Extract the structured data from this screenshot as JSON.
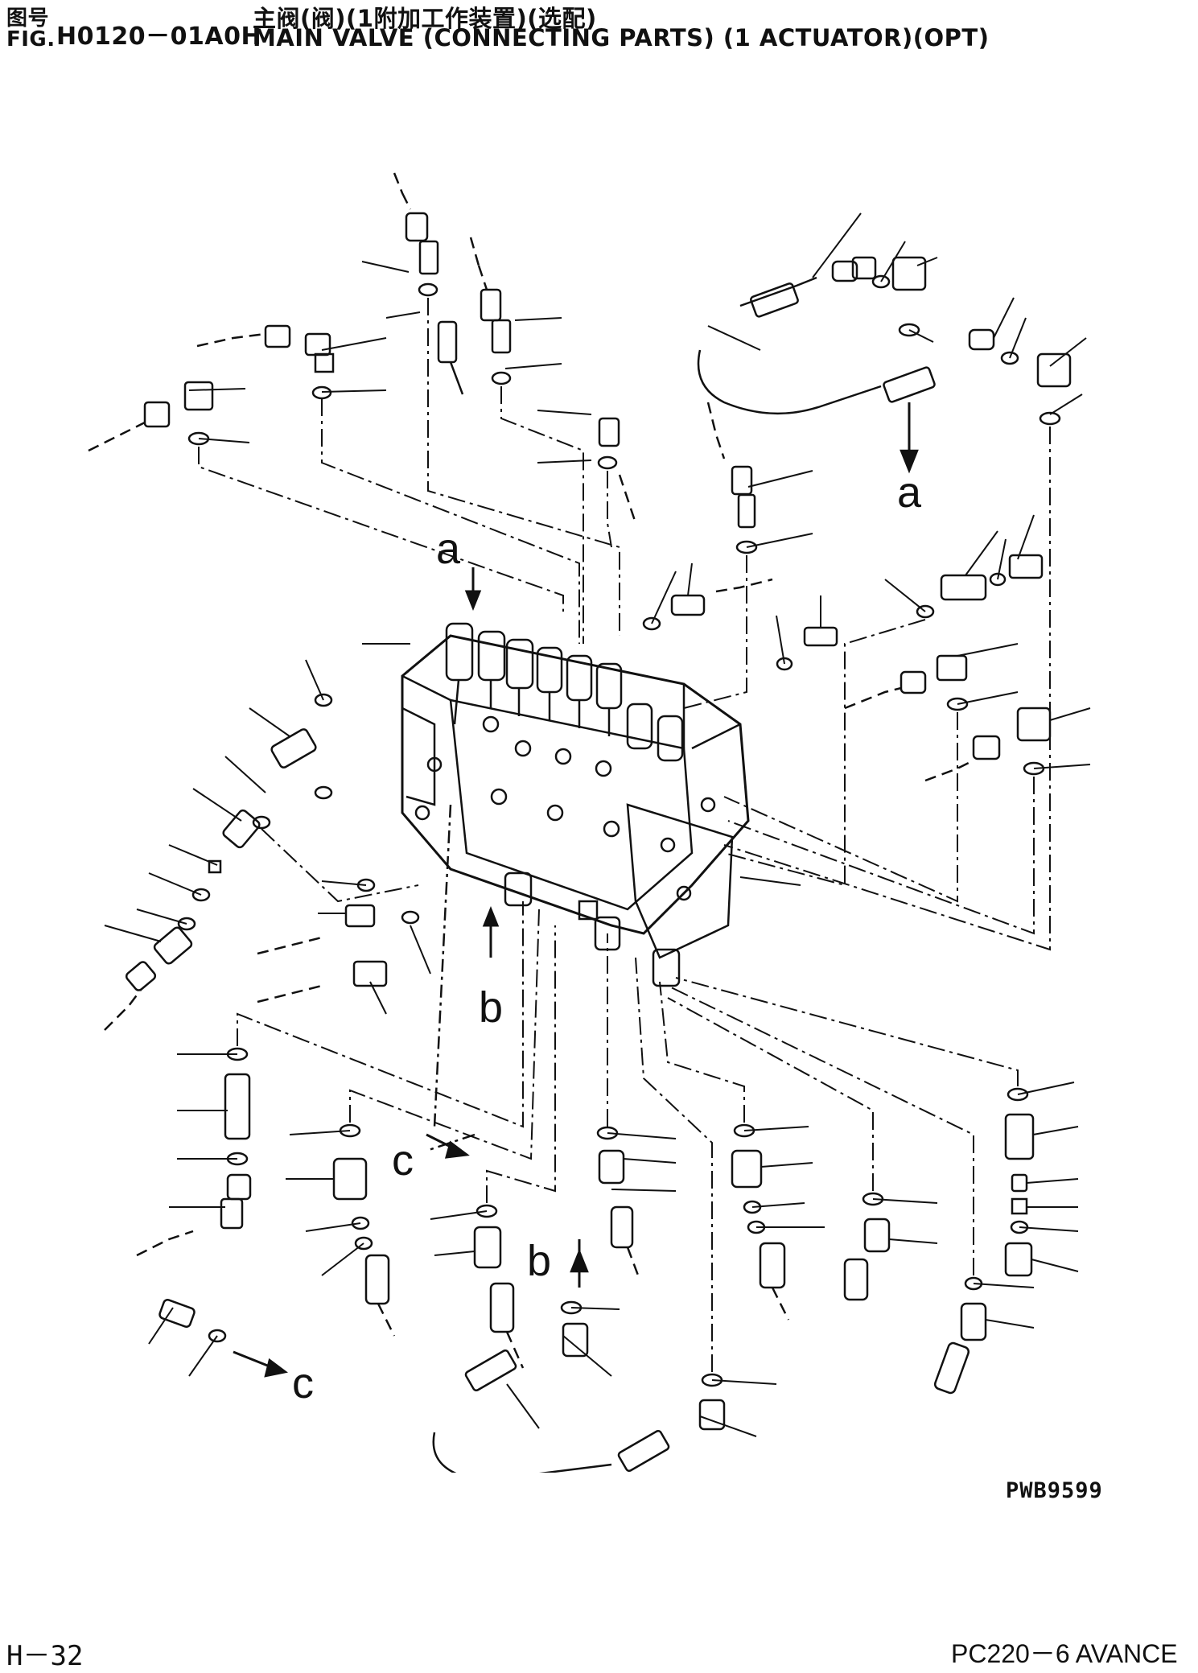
{
  "header": {
    "fig_label_zh": "图号",
    "fig_label_en": "FIG.",
    "fig_number": "H0120－01A0H",
    "title_zh": "主阀(阀)(1附加工作装置)(选配)",
    "title_en": "MAIN VALVE (CONNECTING PARTS) (1 ACTUATOR)(OPT)"
  },
  "references": {
    "a_top_left": "a",
    "a_top_right": "a",
    "b_mid": "b",
    "b_lower": "b",
    "c_mid": "c",
    "c_lower": "c"
  },
  "footer": {
    "drawing_code": "PWB9599",
    "page_number": "H－32",
    "model": "PC220－6 AVANCE"
  },
  "colors": {
    "ink": "#111111",
    "paper": "#ffffff"
  }
}
